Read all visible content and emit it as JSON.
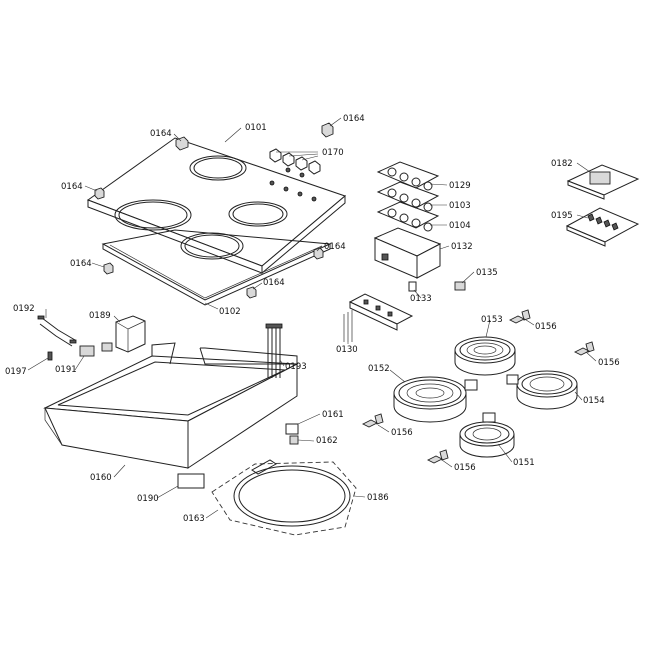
{
  "diagram": {
    "labels": {
      "l0101": "0101",
      "l0102": "0102",
      "l0103": "0103",
      "l0104": "0104",
      "l0129": "0129",
      "l0130": "0130",
      "l0132": "0132",
      "l0133": "0133",
      "l0135": "0135",
      "l0151": "0151",
      "l0152": "0152",
      "l0153": "0153",
      "l0154": "0154",
      "l0156a": "0156",
      "l0156b": "0156",
      "l0156c": "0156",
      "l0156d": "0156",
      "l0160": "0160",
      "l0161": "0161",
      "l0162": "0162",
      "l0163": "0163",
      "l0164a": "0164",
      "l0164b": "0164",
      "l0164c": "0164",
      "l0164d": "0164",
      "l0164e": "0164",
      "l0164f": "0164",
      "l0170": "0170",
      "l0182": "0182",
      "l0186": "0186",
      "l0189": "0189",
      "l0190": "0190",
      "l0191": "0191",
      "l0192": "0192",
      "l0193": "0193",
      "l0195": "0195",
      "l0197": "0197"
    }
  }
}
